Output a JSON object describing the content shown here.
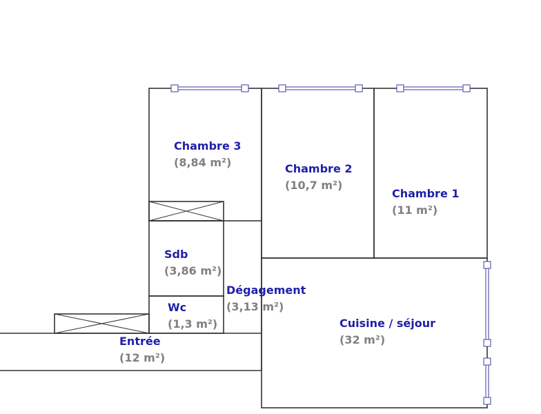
{
  "rooms": [
    {
      "name": "Chambre 3",
      "area": "(8,84 m²)"
    },
    {
      "name": "Chambre 2",
      "area": "(10,7 m²)"
    },
    {
      "name": "Chambre 1",
      "area": "(11 m²)"
    },
    {
      "name": "Sdb",
      "area": "(3,86 m²)"
    },
    {
      "name": "Dégagement",
      "area": "(3,13 m²)"
    },
    {
      "name": "Wc",
      "area": "(1,3 m²)"
    },
    {
      "name": "Entrée",
      "area": "(12 m²)"
    },
    {
      "name": "Cuisine / séjour",
      "area": "(32 m²)"
    }
  ],
  "colors": {
    "label": "#1f1fa8",
    "area": "#808080",
    "window": "#5a5ab0",
    "wall": "#333333"
  }
}
